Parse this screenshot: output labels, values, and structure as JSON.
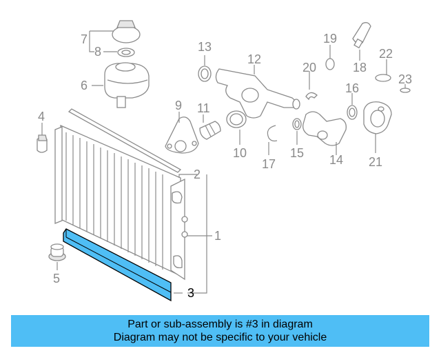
{
  "diagram": {
    "callouts": [
      "1",
      "2",
      "3",
      "4",
      "5",
      "6",
      "7",
      "8",
      "9",
      "10",
      "11",
      "12",
      "13",
      "14",
      "15",
      "16",
      "17",
      "18",
      "19",
      "20",
      "21",
      "22",
      "23"
    ],
    "highlighted_part": "3",
    "highlight_color": "#4fbef5",
    "line_color": "#8a8a8a"
  },
  "banner": {
    "line1": "Part or sub-assembly is #3 in diagram",
    "line2": "Diagram may not be specific to your vehicle",
    "background": "#4fbef5"
  }
}
